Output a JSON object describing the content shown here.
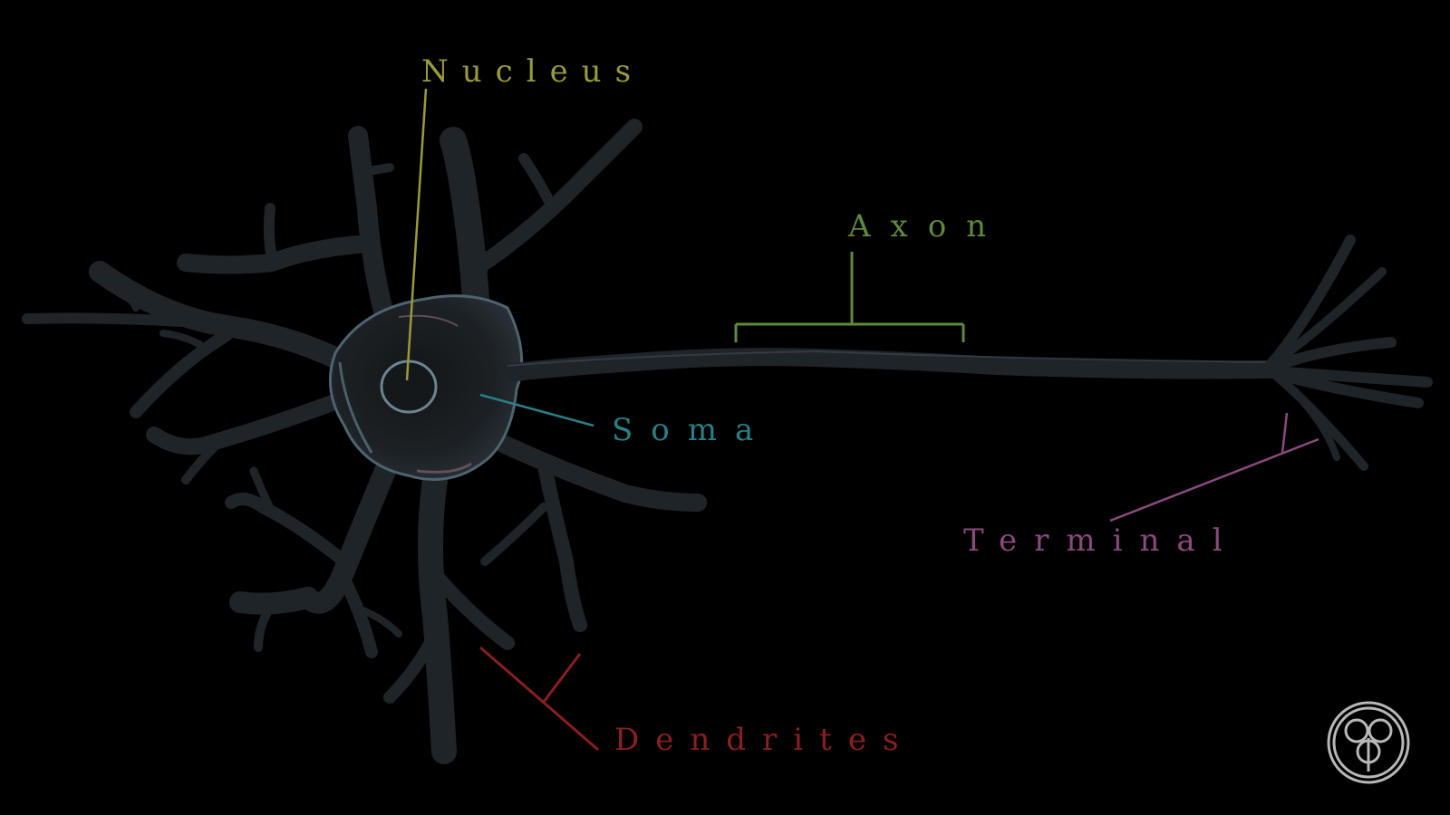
{
  "labels": {
    "nucleus": "Nucleus",
    "axon": "Axon",
    "soma": "Soma",
    "terminal": "Terminal",
    "dendrites": "Dendrites"
  },
  "colors": {
    "background": "#000000",
    "nucleus": "#9a9a3a",
    "axon": "#5e8a3c",
    "soma": "#2a7f86",
    "terminal": "#8a4a7e",
    "dendrites": "#8a1e22",
    "cell_body": "#1e2328",
    "cell_edge": "#5a7078",
    "membrane_tint": "#8c6a78"
  },
  "icons": {
    "logo": "trefoil-circle-logo"
  }
}
